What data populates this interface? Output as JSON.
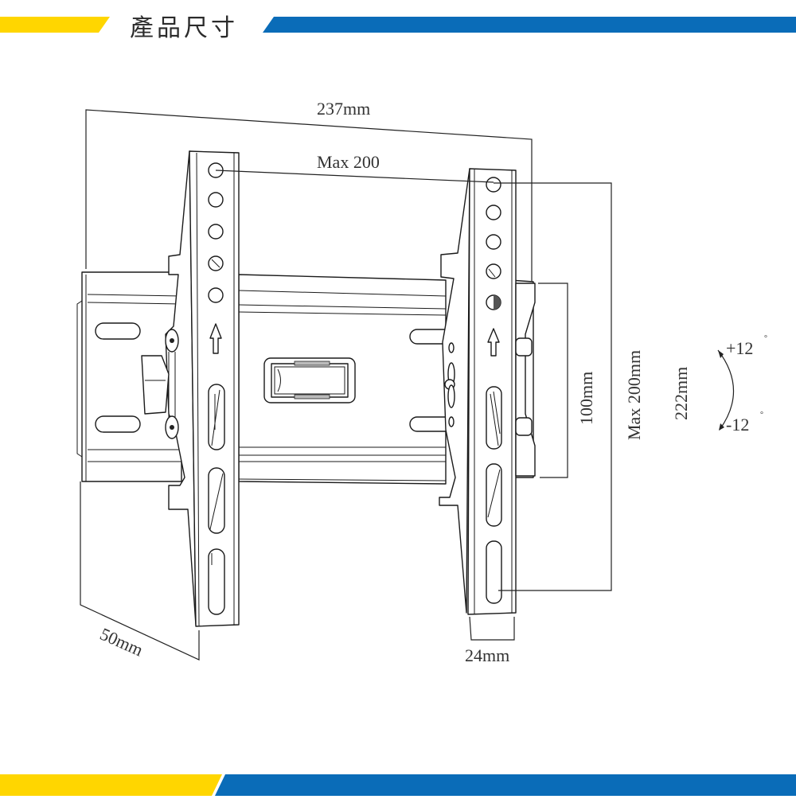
{
  "header": {
    "title": "產品尺寸",
    "colors": {
      "yellow": "#FFD600",
      "blue": "#0A6CB8",
      "title_text": "#2b2b2b"
    }
  },
  "footer": {
    "colors": {
      "yellow": "#FFD600",
      "blue": "#0A6CB8"
    }
  },
  "diagram": {
    "subject": "Tilting TV wall mount bracket",
    "dimensions": {
      "overall_width": "237mm",
      "vesa_horizontal": "Max 200",
      "vesa_vertical": "Max 200mm",
      "wall_plate_height": "100mm",
      "overall_height": "222mm",
      "depth": "50mm",
      "arm_width": "24mm"
    },
    "tilt": {
      "up": "+12",
      "down": "-12",
      "degree_symbol": "°"
    }
  }
}
